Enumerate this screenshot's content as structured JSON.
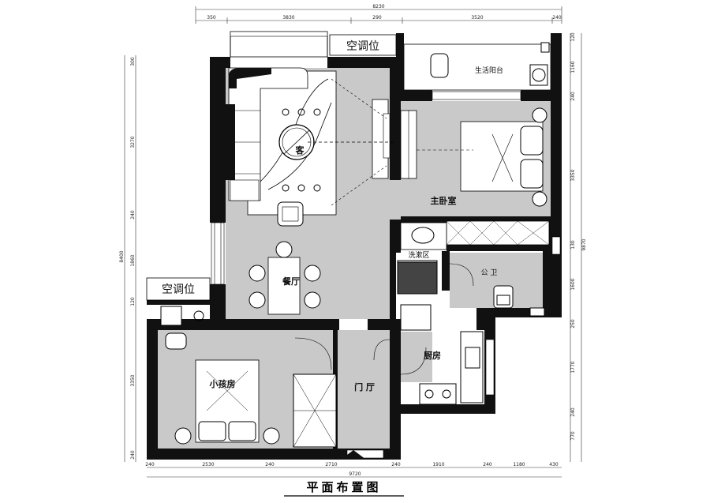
{
  "drawing": {
    "title": "平面布置图",
    "total_width": "8230",
    "total_width_bottom": "9720",
    "total_height_left": "8400",
    "total_height_right": "9870"
  },
  "dimensions": {
    "top": [
      "350",
      "3830",
      "290",
      "3520",
      "240"
    ],
    "bottom": [
      "240",
      "2530",
      "240",
      "2710",
      "240",
      "1910",
      "240",
      "1180",
      "430"
    ],
    "left": [
      "300",
      "3270",
      "240",
      "1860",
      "120",
      "3350",
      "240"
    ],
    "right": [
      "120",
      "1160",
      "240",
      "3350",
      "130",
      "1600",
      "250",
      "1770",
      "240",
      "770"
    ]
  },
  "labels": {
    "ac_top": "空调位",
    "ac_left": "空调位",
    "living": "客",
    "dining": "餐厅",
    "master": "主卧室",
    "balcony": "生活阳台",
    "wash": "洗漱区",
    "bath": "公 卫",
    "kitchen": "厨房",
    "kids": "小孩房",
    "entry": "门 厅"
  },
  "colors": {
    "wall": "#111111",
    "floor": "#c9c9c9",
    "line": "#000000"
  }
}
